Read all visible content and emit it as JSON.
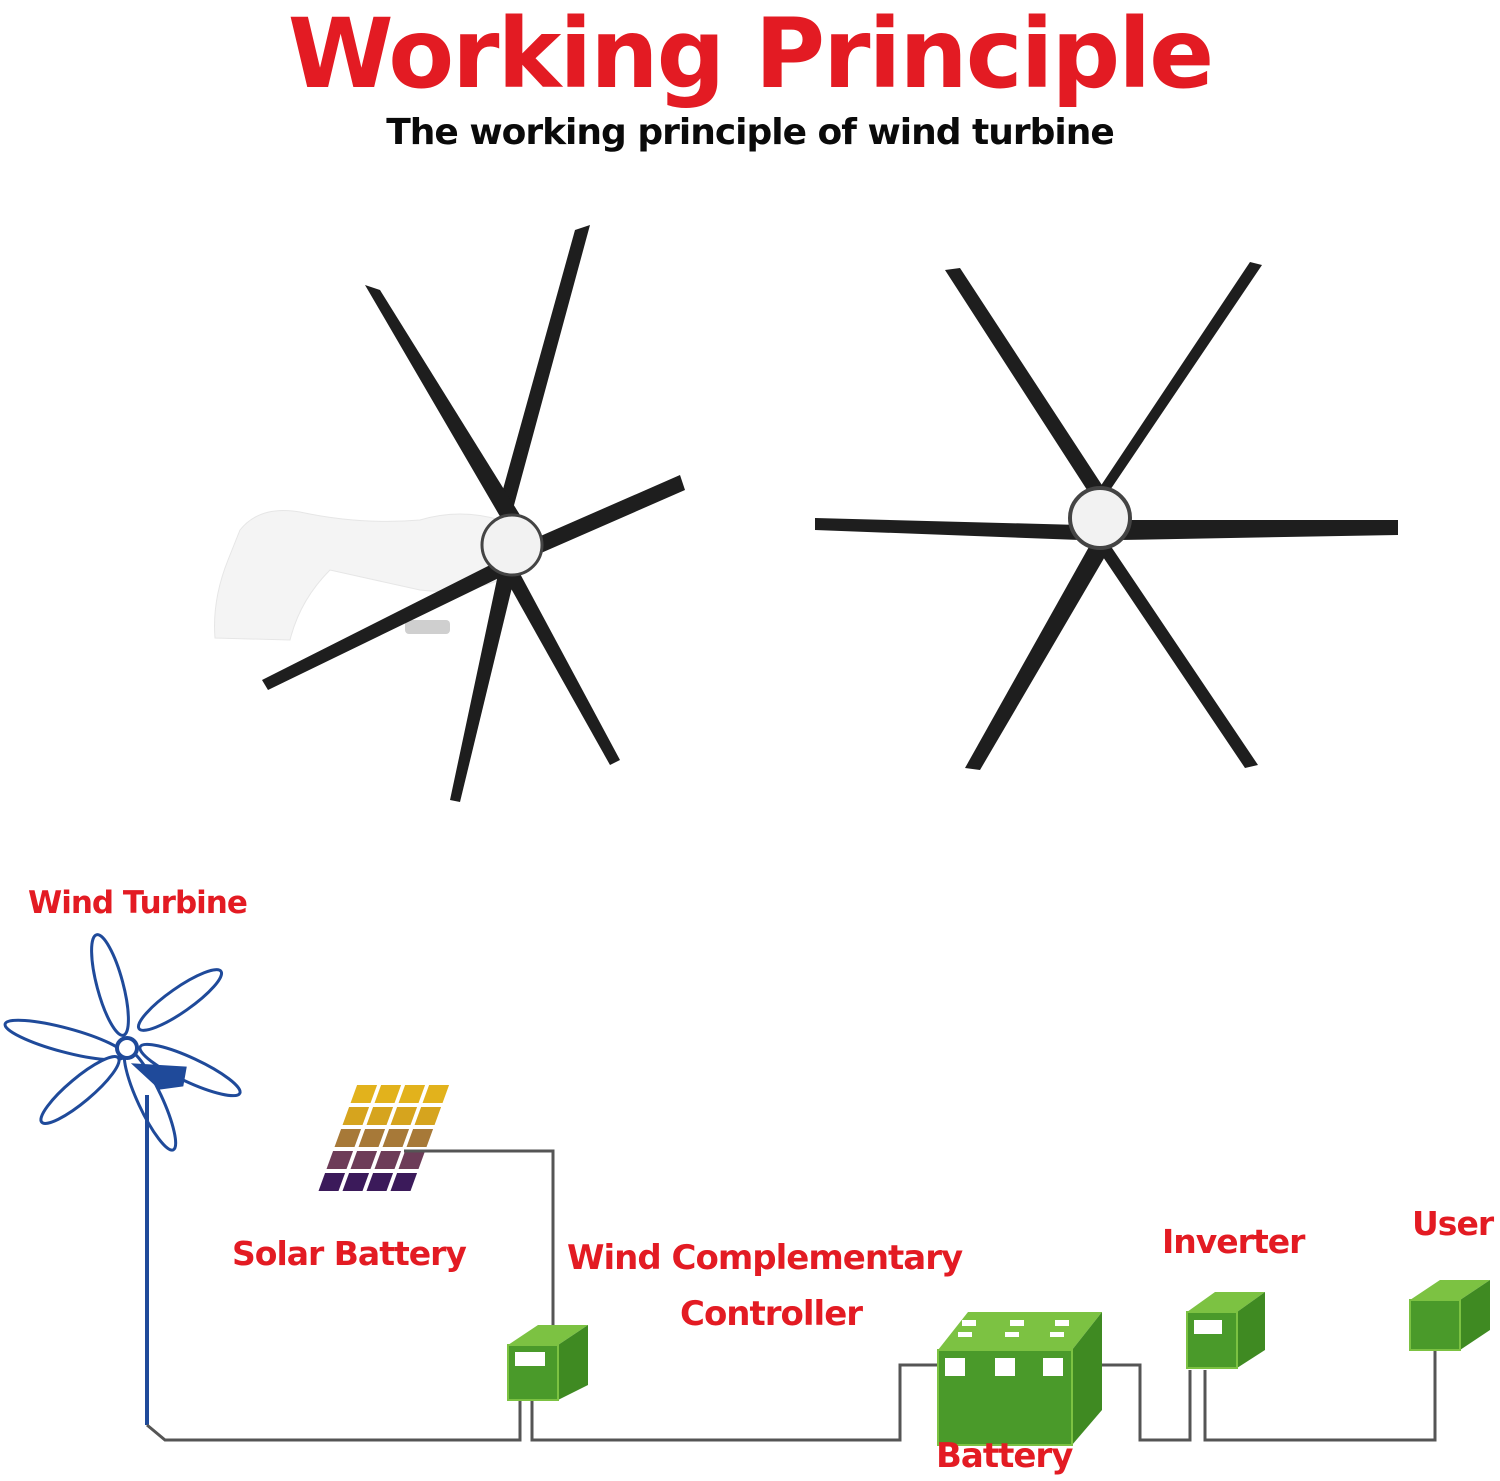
{
  "header": {
    "title": "Working Principle",
    "subtitle": "The working principle of wind turbine"
  },
  "product_images": [
    {
      "name": "wind-turbine-side-view",
      "blades": 6,
      "blade_color": "#222222",
      "body_color": "#ffffff"
    },
    {
      "name": "wind-turbine-front-view",
      "blades": 6,
      "blade_color": "#222222",
      "hub_color": "#ffffff"
    }
  ],
  "diagram": {
    "labels": {
      "wind_turbine": "Wind Turbine",
      "solar_battery": "Solar Battery",
      "controller_line1": "Wind Complementary",
      "controller_line2": "Controller",
      "battery": "Battery",
      "inverter": "Inverter",
      "user": "User"
    },
    "flow": [
      "Wind Turbine",
      "Solar Battery",
      "Wind Complementary Controller",
      "Battery",
      "Inverter",
      "User"
    ],
    "colors": {
      "label": "#e31b23",
      "box_green": "#4a9a2a",
      "box_light": "#7cc242",
      "wire": "#555555",
      "turbine_blue": "#1f4a9a"
    }
  }
}
